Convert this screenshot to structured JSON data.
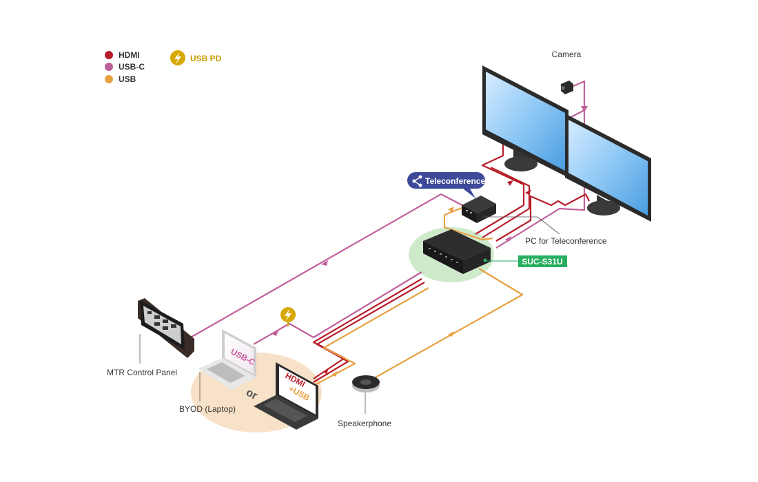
{
  "legend": {
    "items": [
      {
        "label": "HDMI",
        "color": "#b81d2a"
      },
      {
        "label": "USB-C",
        "color": "#c0609a"
      },
      {
        "label": "USB",
        "color": "#e8a040"
      }
    ],
    "usb_pd": {
      "label": "USB PD",
      "color": "#d9a800",
      "icon": "lightning-icon"
    }
  },
  "colors": {
    "hdmi": "#b81d2a",
    "usbc": "#c0609a",
    "usb": "#e8a040",
    "product": "#27ae60",
    "callout": "#3d4a9a"
  },
  "labels": {
    "camera": "Camera",
    "teleconference": "Teleconference",
    "pc": "PC for Teleconference",
    "product": "SUC-S31U",
    "mtr": "MTR Control Panel",
    "byod": "BYOD (Laptop)",
    "speakerphone": "Speakerphone",
    "laptop_usbc": "USB-C",
    "laptop_or": "or",
    "laptop_hdmi": "HDMI",
    "laptop_plus_usb": "+USB"
  }
}
